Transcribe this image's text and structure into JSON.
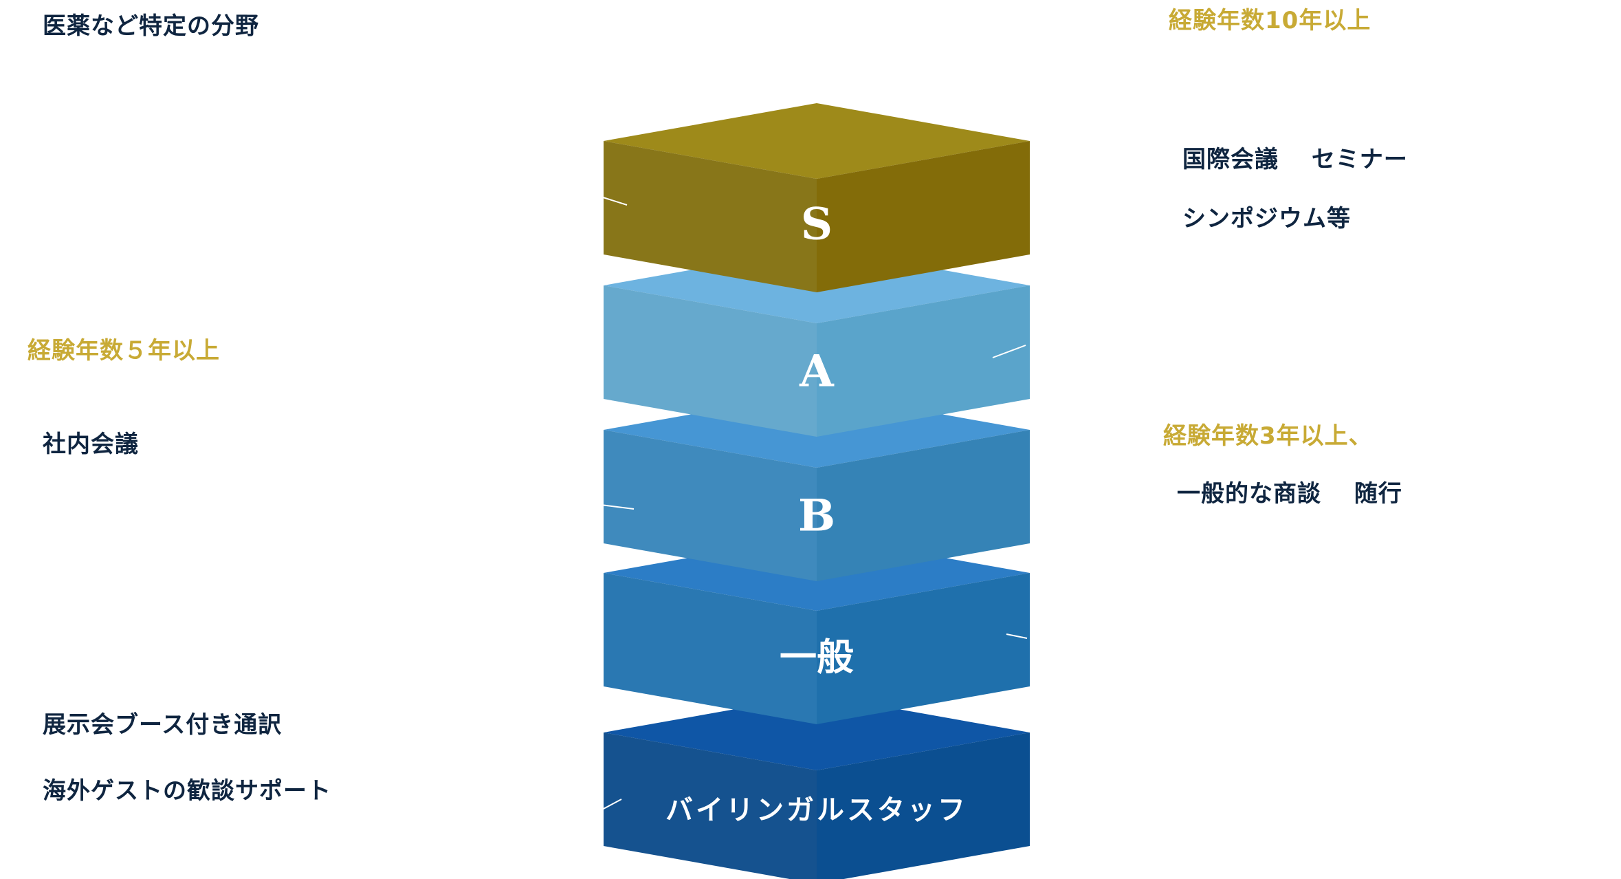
{
  "left_labels": {
    "specialized_fields": "医薬など特定の分野",
    "exp_5_years": "経験年数５年以上",
    "internal_meeting": "社内会議",
    "exhibition_booth": "展示会ブース付き通訳",
    "guest_support": "海外ゲストの歓談サポート"
  },
  "right_labels": {
    "exp_10_years": "経験年数10年以上",
    "intl_conference": "国際会議　 セミナー",
    "symposium": "シンポジウム等",
    "exp_3_years": "経験年数3年以上、",
    "general_business": "一般的な商談　 随行"
  },
  "tiers": [
    {
      "label": "S",
      "top": "#9e8a1a",
      "left": "#887619",
      "right": "#836c09",
      "accent": "#c8aa35"
    },
    {
      "label": "A",
      "top": "#6db3e0",
      "left": "#66a9cd",
      "right": "#5aa4cb"
    },
    {
      "label": "B",
      "top": "#4696d4",
      "left": "#3f8abd",
      "right": "#3583b6"
    },
    {
      "label": "一般",
      "top": "#2c7dc6",
      "left": "#2a78b2",
      "right": "#1f70ac"
    },
    {
      "label": "バイリンガルスタッフ",
      "top": "#0f56a6",
      "left": "#15528f",
      "right": "#0b4f91"
    }
  ],
  "colors": {
    "text_dark": "#0f2540",
    "text_gold": "#c8aa35"
  }
}
